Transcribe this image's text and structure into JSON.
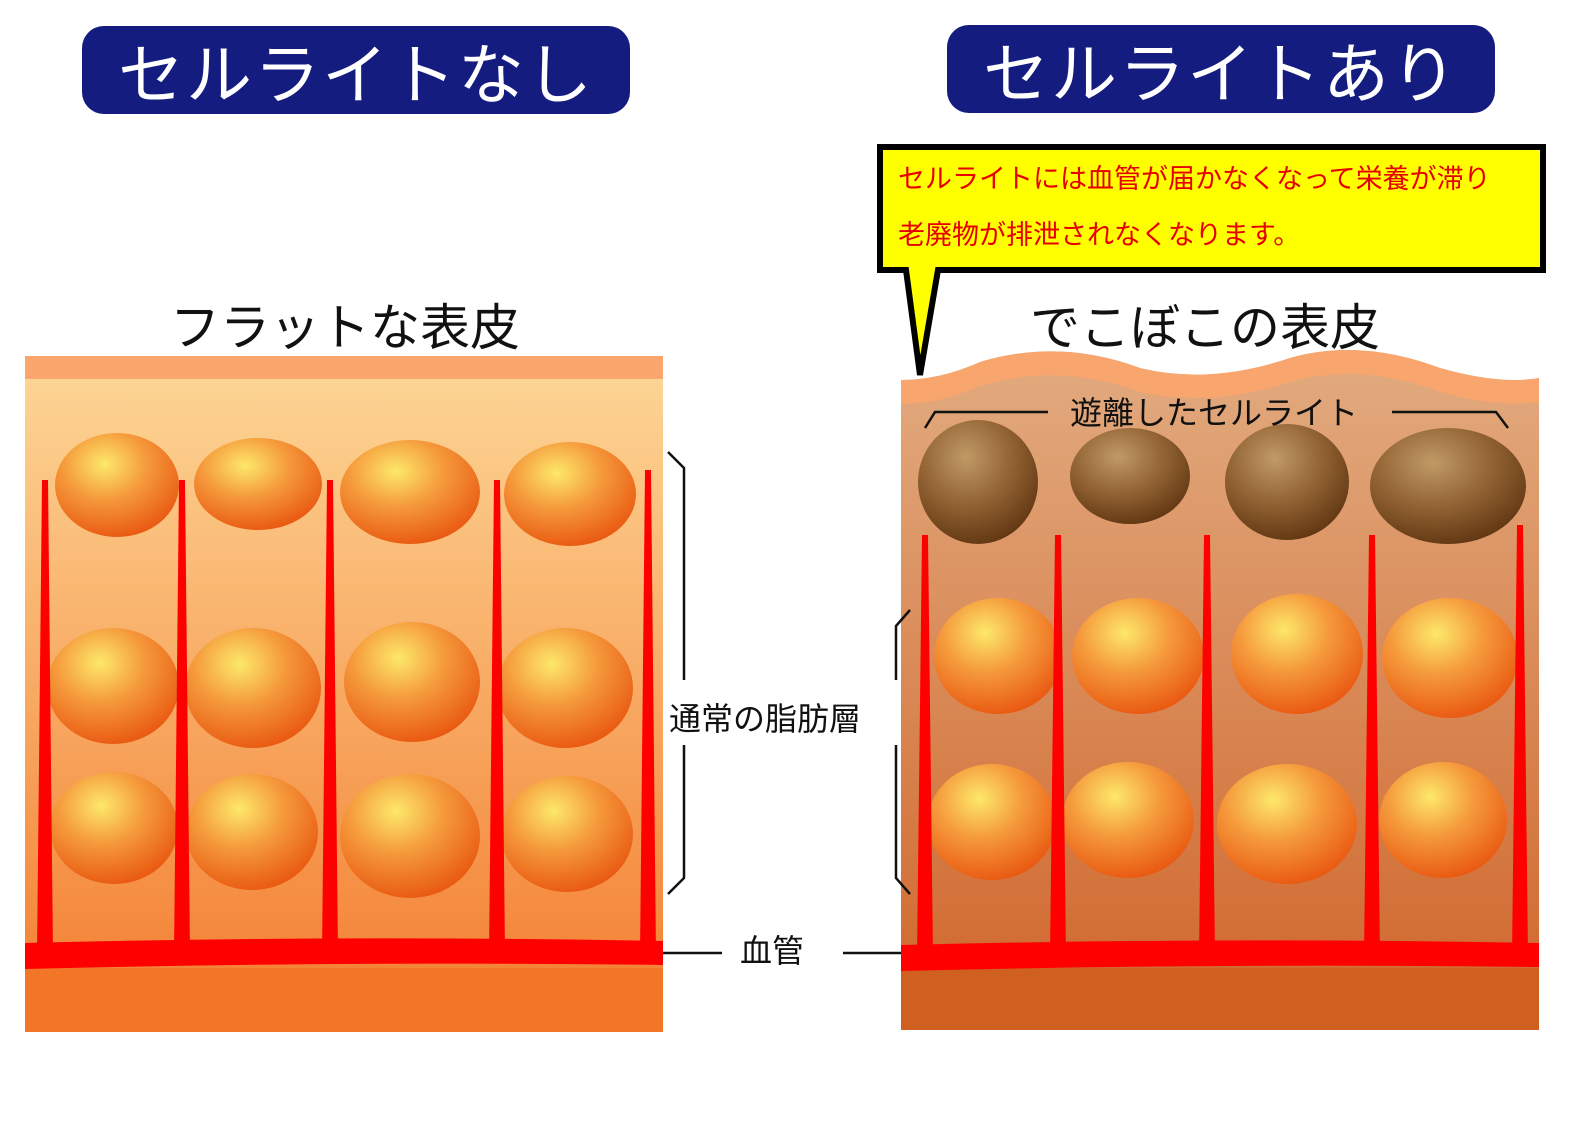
{
  "titles": {
    "without": "セルライトなし",
    "with": "セルライトあり"
  },
  "callout": {
    "line1": "セルライトには血管が届かなくなって栄養が滞り",
    "line2": "老廃物が排泄されなくなります。"
  },
  "labels": {
    "flat_skin": "フラットな表皮",
    "bumpy_skin": "でこぼこの表皮",
    "detached_cellulite": "遊離したセルライト",
    "normal_fat_layer": "通常の脂肪層",
    "blood_vessel": "血管"
  },
  "colors": {
    "title_bg": "#141c7f",
    "callout_bg": "#ffff00",
    "callout_text": "#e60000",
    "vessel": "#ff0000",
    "fat_cell": "#f07a20",
    "cellulite": "#7a4a1c"
  }
}
